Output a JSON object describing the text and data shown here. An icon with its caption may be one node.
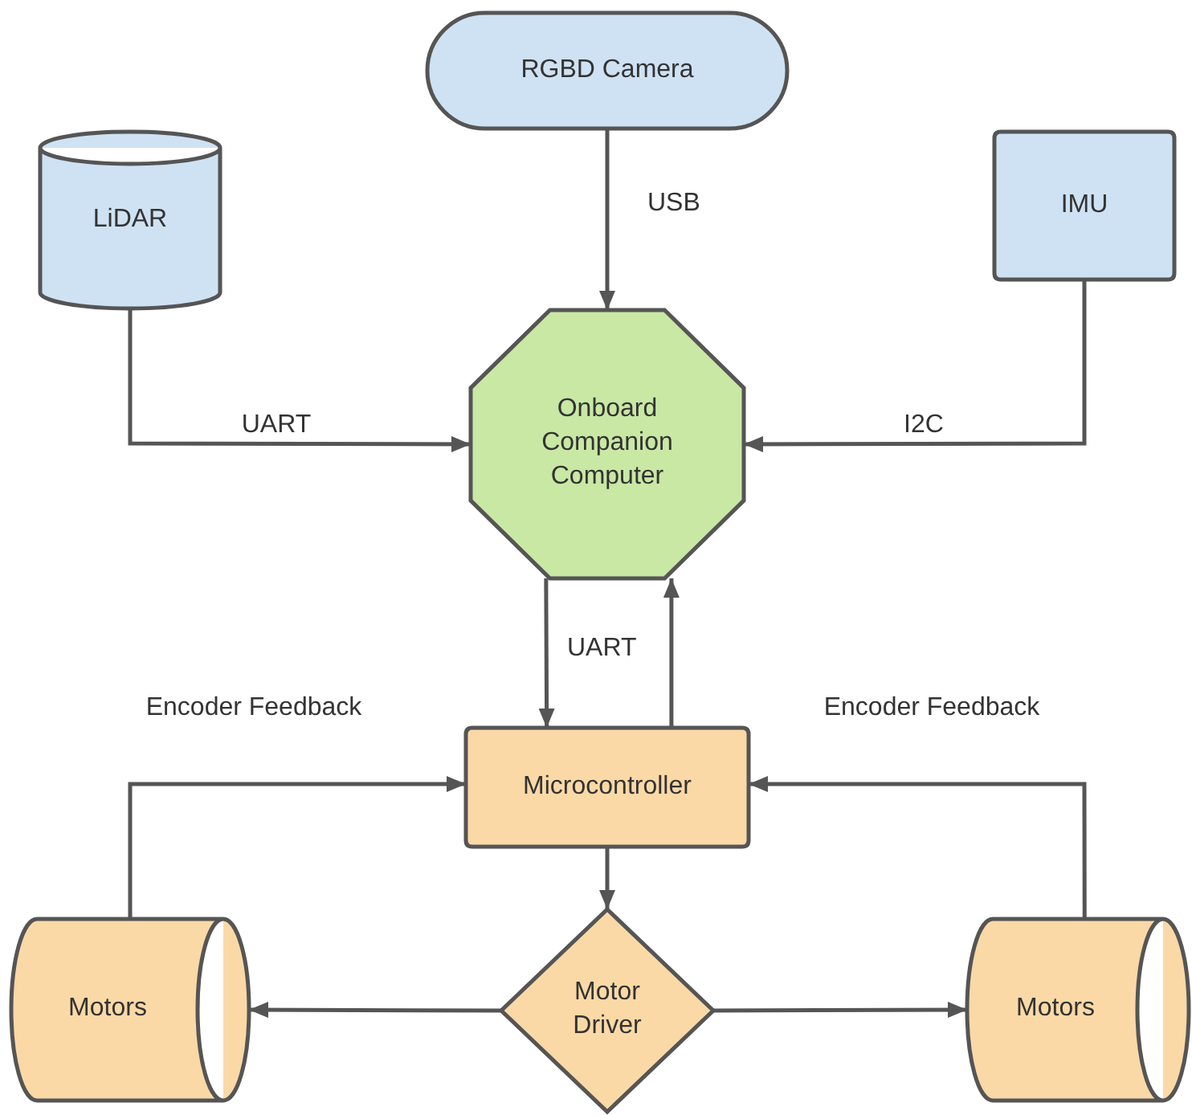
{
  "diagram": {
    "nodes": [
      {
        "text": [
          "RGBD Camera"
        ]
      },
      {
        "text": [
          "LiDAR"
        ]
      },
      {
        "text": [
          "IMU"
        ]
      },
      {
        "text": [
          "Onboard Companion Computer"
        ]
      },
      {
        "text": [
          "Microcontroller"
        ]
      },
      {
        "text": [
          "Motor Driver"
        ]
      },
      {
        "text": [
          "Motors"
        ]
      },
      {
        "text": [
          "Motors"
        ]
      }
    ],
    "edges": [
      {
        "from": 0,
        "to": 3,
        "arrow": "to",
        "label": "USB"
      },
      {
        "from": 1,
        "to": 3,
        "arrow": "to",
        "label": "UART"
      },
      {
        "from": 2,
        "to": 3,
        "arrow": "to",
        "label": "I2C"
      },
      {
        "from": 3,
        "to": 4,
        "arrow": "to",
        "label": "UART"
      },
      {
        "from": 4,
        "to": 3,
        "arrow": "to"
      },
      {
        "from": 6,
        "to": 4,
        "arrow": "to",
        "label": "Encoder Feedback"
      },
      {
        "from": 7,
        "to": 4,
        "arrow": "to",
        "label": "Encoder Feedback"
      },
      {
        "from": 4,
        "to": 5,
        "arrow": "to"
      },
      {
        "from": 5,
        "to": 6,
        "arrow": "to"
      },
      {
        "from": 5,
        "to": 7,
        "arrow": "to"
      }
    ]
  }
}
